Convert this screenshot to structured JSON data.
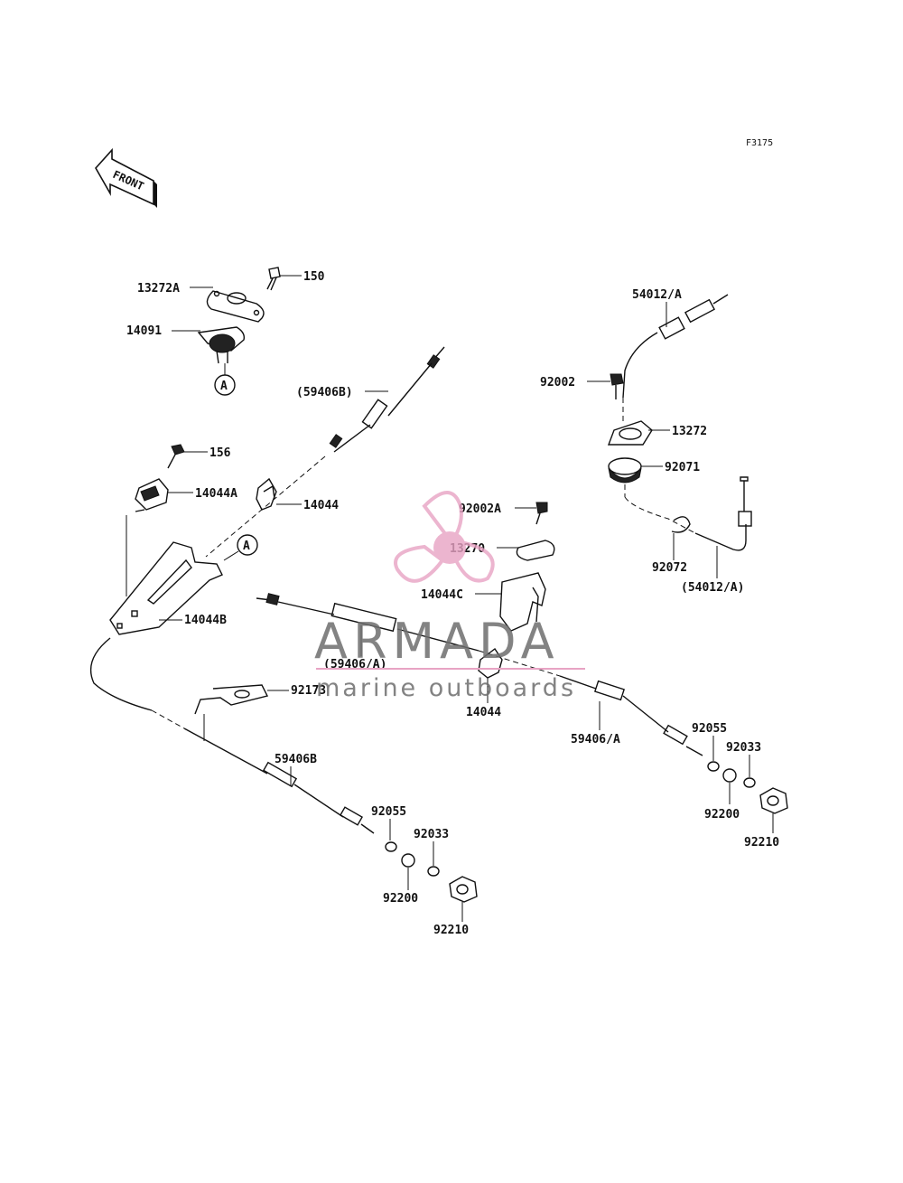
{
  "diagram_code": "F3175",
  "front_arrow_label": "FRONT",
  "ref_marker": "A",
  "watermark": {
    "brand": "ARMADA",
    "tagline": "marine outboards",
    "logo_color": "#e8a3c4",
    "text_color": "#6e6e6e"
  },
  "parts": {
    "p_13272A": "13272A",
    "p_150": "150",
    "p_14091": "14091",
    "p_59406B_paren": "(59406B)",
    "p_156": "156",
    "p_14044A": "14044A",
    "p_14044_top": "14044",
    "p_14044B": "14044B",
    "p_54012A": "54012/A",
    "p_92002": "92002",
    "p_13272": "13272",
    "p_92071": "92071",
    "p_92072": "92072",
    "p_54012A_paren": "(54012/A)",
    "p_92002A": "92002A",
    "p_13270": "13270",
    "p_14044C": "14044C",
    "p_59406A_paren": "(59406/A)",
    "p_92173": "92173",
    "p_14044_mid": "14044",
    "p_59406A": "59406/A",
    "p_92055_r": "92055",
    "p_92033_r": "92033",
    "p_92200_r": "92200",
    "p_92210_r": "92210",
    "p_59406B": "59406B",
    "p_92055_l": "92055",
    "p_92033_l": "92033",
    "p_92200_l": "92200",
    "p_92210_l": "92210"
  }
}
